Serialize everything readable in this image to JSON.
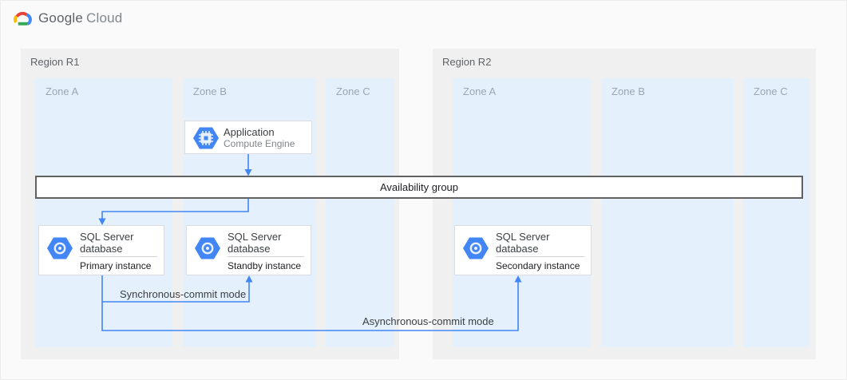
{
  "header": {
    "brand_primary": "Google",
    "brand_secondary": "Cloud"
  },
  "regions": [
    {
      "label": "Region R1",
      "zones": [
        {
          "label": "Zone A"
        },
        {
          "label": "Zone B"
        },
        {
          "label": "Zone C"
        }
      ]
    },
    {
      "label": "Region R2",
      "zones": [
        {
          "label": "Zone A"
        },
        {
          "label": "Zone B"
        },
        {
          "label": "Zone C"
        }
      ]
    }
  ],
  "nodes": {
    "application": {
      "title": "Application",
      "subtitle": "Compute Engine"
    },
    "availability_group": {
      "label": "Availability group"
    },
    "sql_primary": {
      "title": "SQL Server database",
      "subtitle": "Primary instance"
    },
    "sql_standby": {
      "title": "SQL Server database",
      "subtitle": "Standby instance"
    },
    "sql_secondary": {
      "title": "SQL Server database",
      "subtitle": "Secondary instance"
    }
  },
  "edges": {
    "sync_label": "Synchronous-commit mode",
    "async_label": "Asynchronous-commit mode"
  },
  "colors": {
    "page_bg": "#fafafa",
    "region_fill": "#f0f0f0",
    "zone_fill": "#e4f1fc",
    "arrow_blue": "#4285f4",
    "icon_hexagon_blue": "#4285f4",
    "bar_border": "#616161",
    "logo_red": "#ea4335",
    "logo_yellow": "#fbbc04",
    "logo_green": "#34a853",
    "logo_blue": "#4285f4"
  }
}
